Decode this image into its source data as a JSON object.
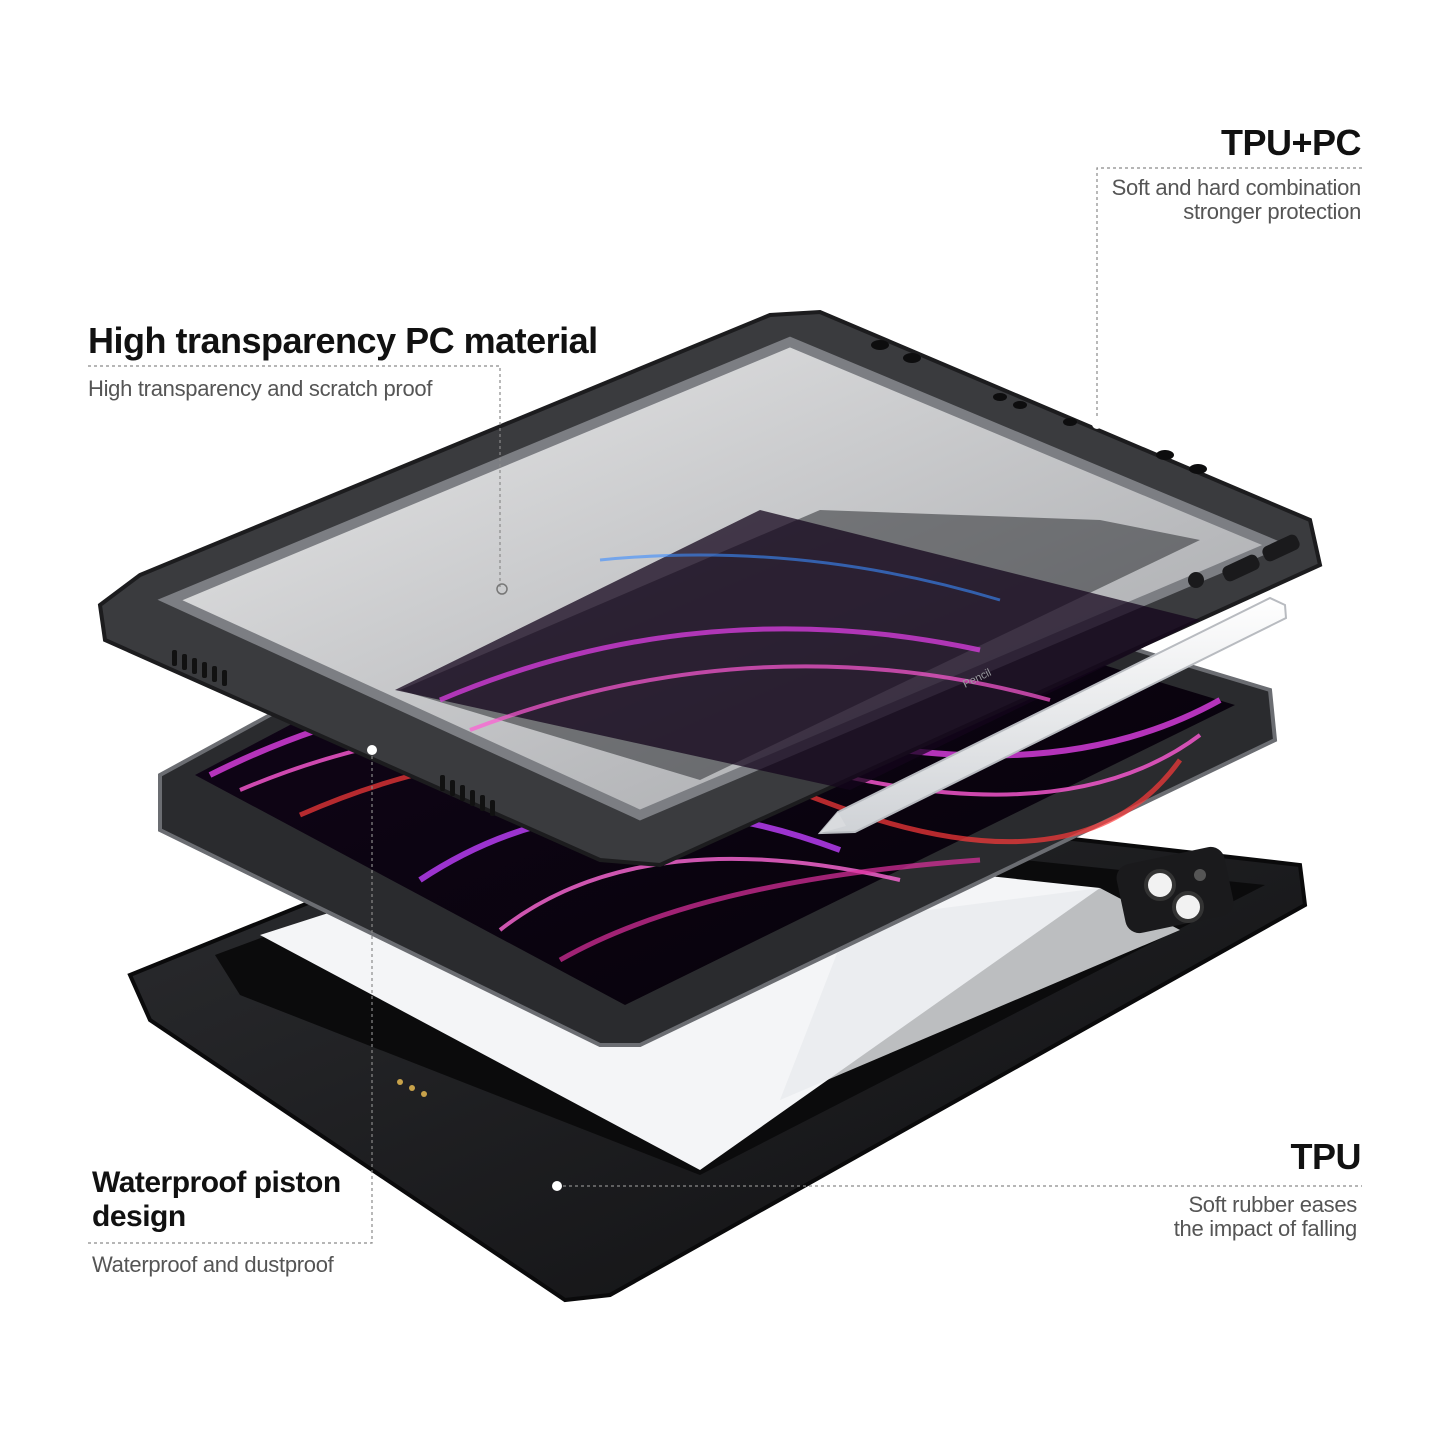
{
  "callouts": {
    "pc_material": {
      "title": "High transparency PC material",
      "subtitle": "High transparency and scratch proof"
    },
    "tpu_pc": {
      "title": "TPU+PC",
      "subtitle_line1": "Soft and hard combination",
      "subtitle_line2": "stronger protection"
    },
    "tpu": {
      "title": "TPU",
      "subtitle_line1": "Soft rubber eases",
      "subtitle_line2": "the impact of falling"
    },
    "piston": {
      "title_line1": "Waterproof piston",
      "title_line2": "design",
      "subtitle": "Waterproof and dustproof"
    }
  },
  "product": {
    "pencil_text": "Pencil"
  },
  "colors": {
    "frame": "#3a3b3e",
    "screen_accent": "#d23cd8",
    "background": "#ffffff"
  }
}
